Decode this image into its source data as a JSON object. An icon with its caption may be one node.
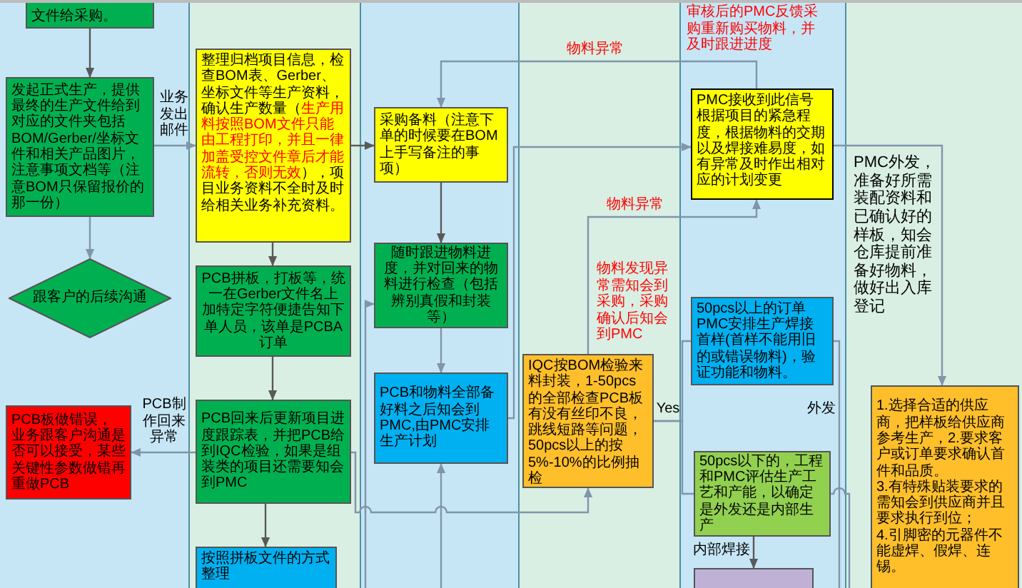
{
  "diagram": {
    "nodes": [
      {
        "text": [
          "文件给采购。"
        ]
      },
      {
        "text": [
          "发起正式生产，提供最终的生产文件给到对应的文件夹包括BOM/Gerber/坐标文件和相关产品图片，注意事项文档等（注意BOM只保留报价的那一份）"
        ]
      },
      {
        "text": [
          "跟客户的后续沟通"
        ]
      },
      {
        "text": [
          "PCB板做错误，业务跟客户沟通是否可以接受，某些关键性参数做错再重做PCB"
        ]
      },
      {
        "text": [
          "整理归档项目信息，检查BOM表、Gerber、坐标文件等生产资料，确认生产数量（",
          "生产用料按照BOM文件只能由工程打印，并且一律加盖受控文件章后才能流转，否则无效",
          "），项目业务资料不全时及时给相关业务补充资料。"
        ]
      },
      {
        "text": [
          "PCB拼板，打板等，统一在Gerber文件名上加特定字符便捷告知下单人员，该单是PCBA订单"
        ]
      },
      {
        "text": [
          "PCB回来后更新项目进度跟踪表，并把PCB给到IQC检验，如果是组装类的项目还需要知会到PMC"
        ]
      },
      {
        "text": [
          "按照拼板文件的方式整理"
        ]
      },
      {
        "text": [
          "采购备料（注意下单的时候要在BOM上手写备注的事项）"
        ]
      },
      {
        "text": [
          "随时跟进物料进度，并对回来的物料进行检查（包括辨别真假和封装等）"
        ]
      },
      {
        "text": [
          "PCB和物料全部备好料之后知会到PMC,由PMC安排生产计划"
        ]
      },
      {
        "text": [
          "IQC按BOM检验来料封装，1-50pcs的全部检查PCB板有没有丝印不良，跳线短路等问题，50pcs以上的按5%-10%的比例抽检"
        ]
      },
      {
        "text": [
          "PMC接收到此信号根据项目的紧急程度，根据物料的交期以及焊接难易度，如有异常及时作出相对应的计划变更"
        ]
      },
      {
        "text": [
          "50pcs以上的订单PMC安排生产焊接首样(首样不能用旧的或错误物料)，验证功能和物料。"
        ]
      },
      {
        "text": [
          "50pcs以下的，工程和PMC评估生产工艺和产能，以确定是外发还是内部生产"
        ]
      },
      {
        "text": [],
        "shape": "box"
      },
      {
        "text": [
          "1.选择合适的供应商，把样板给供应商参考生产，2.要求客户或订单要求确认首件和品质。",
          "3.有特殊贴装要求的需知会到供应商并且要求执行到位；",
          "4.引脚密的元器件不能虚焊、假焊、连锡。"
        ]
      }
    ],
    "edges": [
      {
        "from": 0,
        "to": 1,
        "arrow": "to",
        "color": "#595959"
      },
      {
        "from": 1,
        "to": 4,
        "arrow": "to",
        "label": "业务发出邮件"
      },
      {
        "from": 1,
        "to": 2,
        "arrow": "to"
      },
      {
        "from": 6,
        "to": 3,
        "arrow": "to",
        "label": "PCB制作回来异常"
      },
      {
        "from": 4,
        "to": 5,
        "arrow": "to",
        "color": "#595959"
      },
      {
        "from": 5,
        "to": 6,
        "arrow": "to",
        "color": "#595959"
      },
      {
        "from": 6,
        "to": 7,
        "arrow": "to",
        "color": "#595959"
      },
      {
        "from": 4,
        "to": 8,
        "arrow": "to",
        "color": "#595959"
      },
      {
        "from": 8,
        "to": 9,
        "arrow": "to",
        "color": "#595959"
      },
      {
        "from": 9,
        "to": 10,
        "arrow": "to"
      },
      {
        "from": 6,
        "to": 11,
        "arrow": "to"
      },
      {
        "from": null,
        "to": 9,
        "arrow": "to"
      },
      {
        "from": null,
        "to": 10,
        "arrow": "to"
      },
      {
        "from": 10,
        "to": 12,
        "arrow": "to"
      },
      {
        "from": 12,
        "to": 8,
        "arrow": "to",
        "label": "物料异常"
      },
      {
        "from": 11,
        "to": 12,
        "arrow": "to",
        "label": "物料异常"
      },
      {
        "from": 11,
        "to": 13,
        "arrow": "none",
        "label": "Yes"
      },
      {
        "from": 11,
        "to": 14,
        "arrow": "none"
      },
      {
        "from": 12,
        "to": 16,
        "arrow": "to",
        "label": "PMC外发，准备好所需装配资料和已确认好的样板，知会仓库提前准备好物料，做好出入库登记"
      },
      {
        "from": 13,
        "to": null,
        "arrow": "none",
        "label": "外发"
      },
      {
        "from": 14,
        "to": null,
        "arrow": "none"
      },
      {
        "from": 14,
        "to": 15,
        "arrow": "to",
        "label": "内部焊接",
        "color": "#595959"
      }
    ],
    "labels": [
      "审核后的PMC反馈采购重新购买物料，并及时跟进进度",
      "物料发现异常需知会到采购，采购确认后知会到PMC"
    ]
  }
}
